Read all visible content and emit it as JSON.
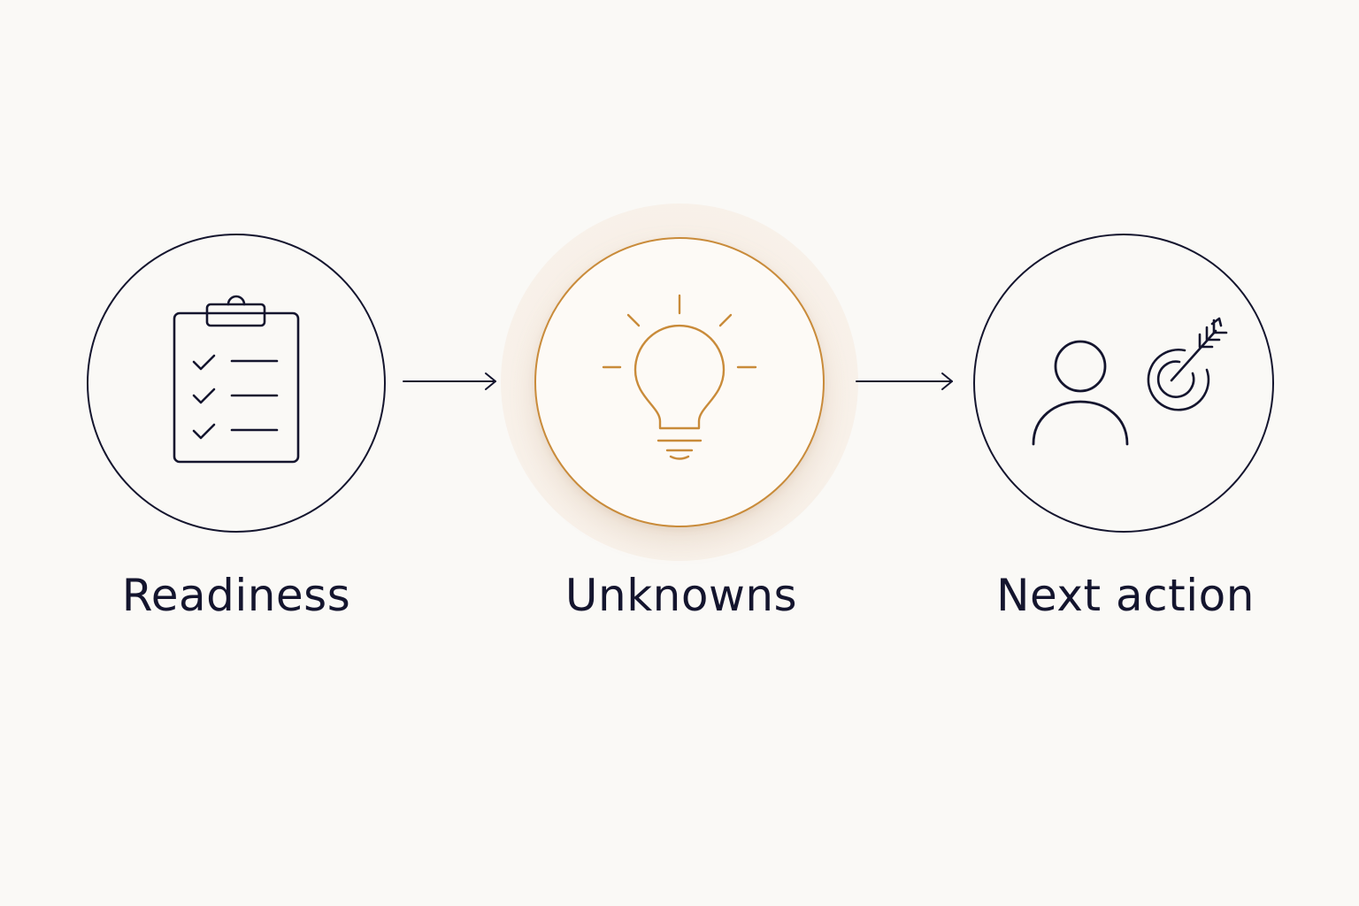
{
  "steps": [
    {
      "label": "Readiness",
      "icon": "clipboard-checklist-icon"
    },
    {
      "label": "Unknowns",
      "icon": "lightbulb-icon"
    },
    {
      "label": "Next action",
      "icon": "person-target-icon"
    }
  ],
  "colors": {
    "background": "#faf9f6",
    "ink": "#14152e",
    "accent": "#c98b3a",
    "halo": "#f6eade"
  }
}
